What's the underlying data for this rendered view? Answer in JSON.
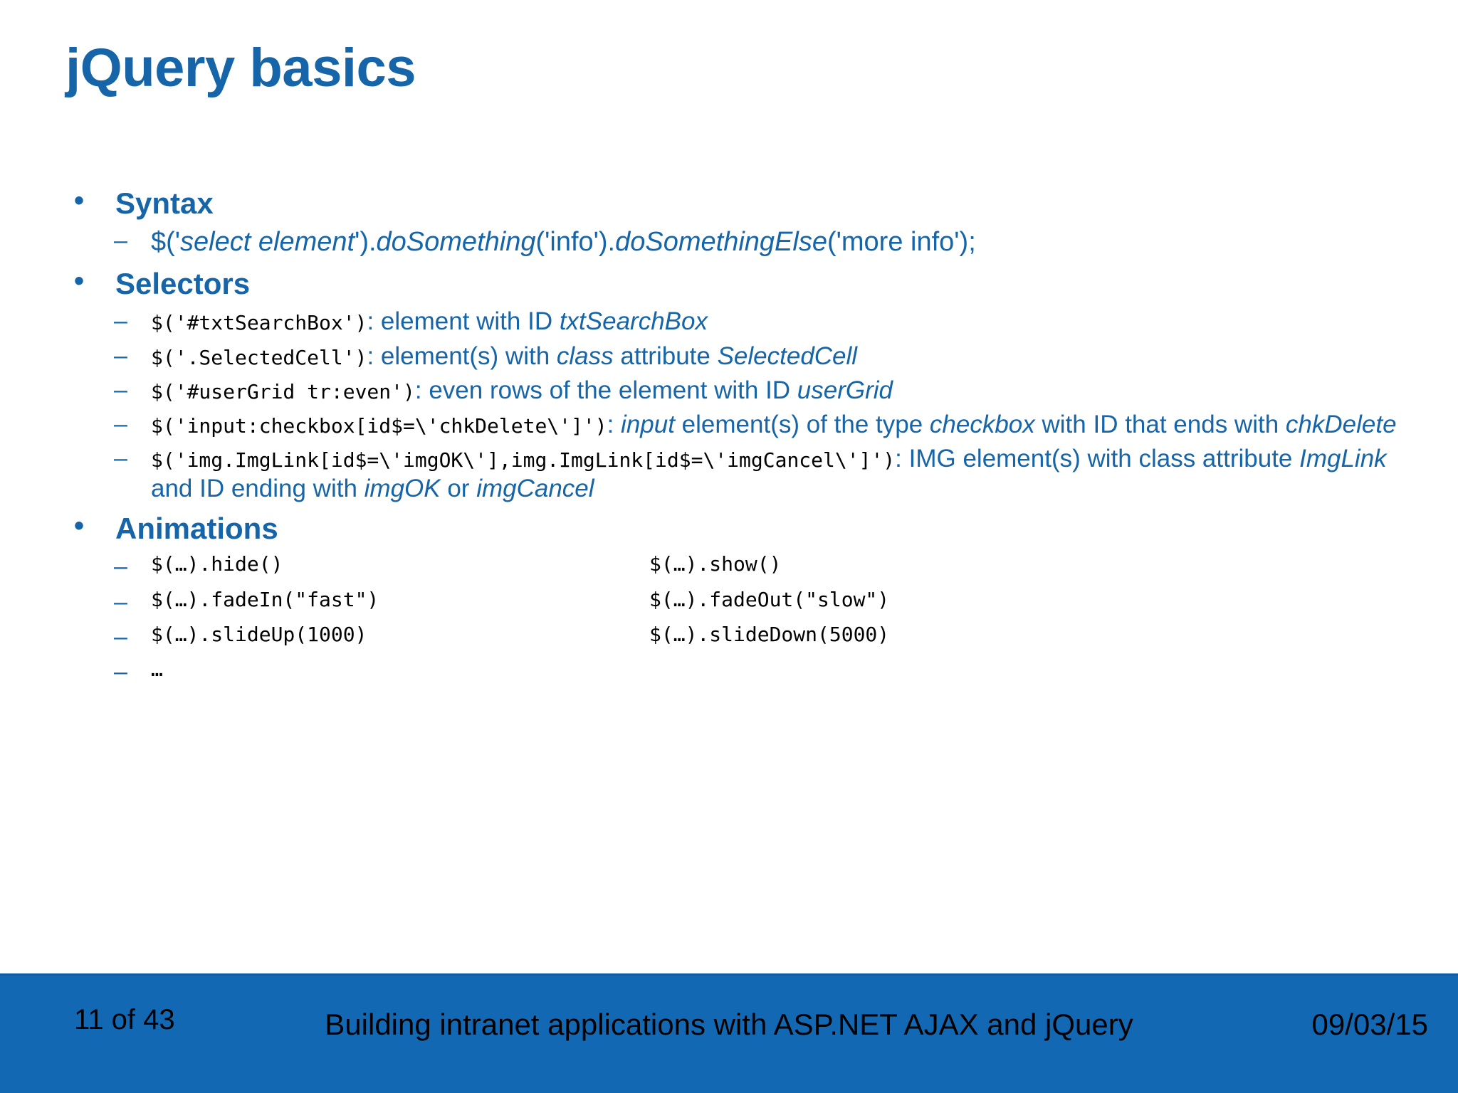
{
  "slide": {
    "title": "jQuery basics",
    "accent_color": "#1565a8",
    "footer_bg_color": "#1268b3",
    "code_color": "#000000"
  },
  "sections": {
    "syntax": {
      "heading": "Syntax",
      "bullet_glyph": "•",
      "dash_glyph": "–",
      "line": {
        "p1": "$('",
        "p2_italic": "select element",
        "p3": "').",
        "p4_italic": "doSomething",
        "p5": "('info').",
        "p6_italic": "doSomethingElse",
        "p7": "('more info');"
      }
    },
    "selectors": {
      "heading": "Selectors",
      "items": [
        {
          "code": "$('#txtSearchBox')",
          "desc_pre": ": element with ID ",
          "desc_em": "txtSearchBox",
          "desc_post": ""
        },
        {
          "code": "$('.SelectedCell')",
          "desc_pre": ": element(s) with ",
          "desc_em": "class",
          "desc_mid": " attribute ",
          "desc_em2": "SelectedCell",
          "desc_post": ""
        },
        {
          "code": "$('#userGrid tr:even')",
          "desc_pre": ": even rows of the element with ID ",
          "desc_em": "userGrid",
          "desc_post": ""
        },
        {
          "code": "$('input:checkbox[id$=\\'chkDelete\\']')",
          "desc_pre": ": ",
          "desc_em": "input",
          "desc_mid": " element(s) of the type ",
          "desc_em2": "checkbox",
          "desc_mid2": " with ID that ends with ",
          "desc_em3": "chkDelete",
          "desc_post": ""
        },
        {
          "code": "$('img.ImgLink[id$=\\'imgOK\\'],img.ImgLink[id$=\\'imgCancel\\']')",
          "desc_pre": ": IMG element(s) with class attribute ",
          "desc_em": "ImgLink",
          "desc_mid": " and ID ending with ",
          "desc_em2": "imgOK",
          "desc_mid2": " or ",
          "desc_em3": "imgCancel",
          "desc_post": ""
        }
      ]
    },
    "animations": {
      "heading": "Animations",
      "rows": [
        {
          "left": "$(…).hide()",
          "right": "$(…).show()"
        },
        {
          "left": "$(…).fadeIn(\"fast\")",
          "right": "$(…).fadeOut(\"slow\")"
        },
        {
          "left": "$(…).slideUp(1000)",
          "right": "$(…).slideDown(5000)"
        },
        {
          "left": "…",
          "right": ""
        }
      ]
    }
  },
  "footer": {
    "slide_number": "11 of 43",
    "center_text": "Building intranet applications with ASP.NET AJAX and jQuery",
    "date": "09/03/15"
  }
}
